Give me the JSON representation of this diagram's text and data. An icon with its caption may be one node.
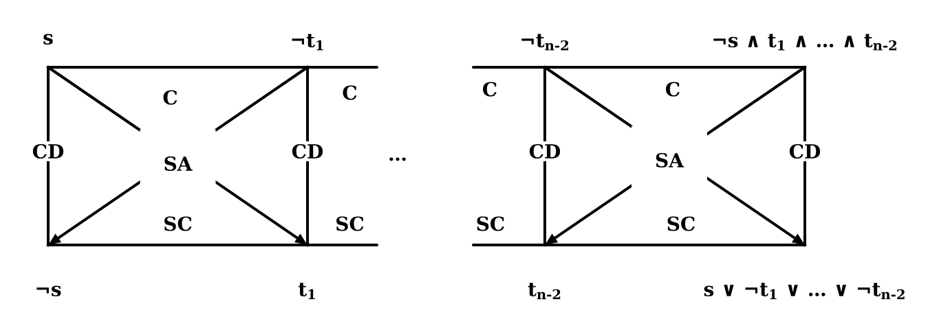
{
  "diagram": {
    "nodes": [
      {
        "text": [
          "s"
        ]
      },
      {
        "text": [
          "¬t$_{1}$"
        ]
      },
      {
        "text": [
          "¬s"
        ]
      },
      {
        "text": [
          "t$_{1}$"
        ]
      },
      {
        "text": [
          "¬t$_{n-2}$"
        ]
      },
      {
        "text": [
          "¬s ∧ t$_{1}$ ∧ … ∧ t$_{n-2}$"
        ]
      },
      {
        "text": [
          "t$_{n-2}$"
        ]
      },
      {
        "text": [
          "s ∨ ¬t$_{1}$ ∨ … ∨ ¬t$_{n-2}$"
        ]
      }
    ],
    "edges": [
      {
        "from": 0,
        "to": 1,
        "arrow": "none",
        "label": "C"
      },
      {
        "from": 0,
        "to": 2,
        "arrow": "none",
        "label": "CD"
      },
      {
        "from": 0,
        "to": 3,
        "arrow": "to",
        "label": "SA"
      },
      {
        "from": 1,
        "to": 2,
        "arrow": "to"
      },
      {
        "from": 2,
        "to": 3,
        "arrow": "none",
        "label": "SC"
      },
      {
        "from": 1,
        "to": 3,
        "arrow": "none",
        "label": "CD"
      },
      {
        "from": 1,
        "to": null,
        "arrow": "none",
        "label": "C"
      },
      {
        "from": 3,
        "to": null,
        "arrow": "none",
        "label": "SC"
      },
      {
        "from": null,
        "to": 4,
        "arrow": "none",
        "label": "C"
      },
      {
        "from": null,
        "to": 6,
        "arrow": "none",
        "label": "SC"
      },
      {
        "from": 4,
        "to": 5,
        "arrow": "none",
        "label": "C"
      },
      {
        "from": 4,
        "to": 6,
        "arrow": "none",
        "label": "CD"
      },
      {
        "from": 4,
        "to": 7,
        "arrow": "to",
        "label": "SA"
      },
      {
        "from": 5,
        "to": 6,
        "arrow": "to"
      },
      {
        "from": 6,
        "to": 7,
        "arrow": "none",
        "label": "SC"
      },
      {
        "from": 5,
        "to": 7,
        "arrow": "none",
        "label": "CD"
      }
    ],
    "labels": [
      "…"
    ]
  }
}
